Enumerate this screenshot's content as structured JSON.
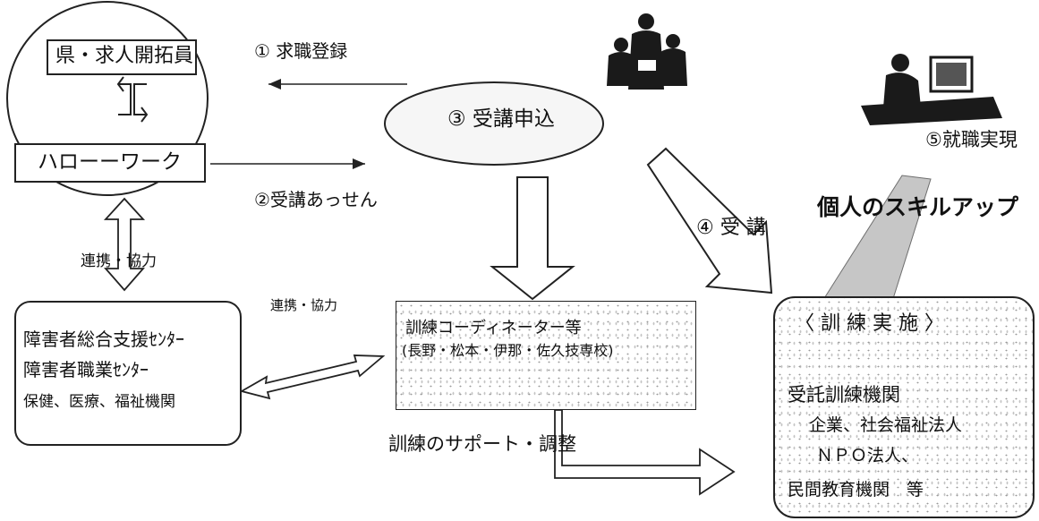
{
  "flow": {
    "pref_recruiter": "県・求人開拓員",
    "hello_work": "ハローーワーク",
    "step1": "① 求職登録",
    "step2": "②受講あっせん",
    "step3": "③ 受講申込",
    "step4": "④ 受 講",
    "step5": "⑤就職実現",
    "skill_up": "個人のスキルアップ",
    "cooperation_left": "連携・協力",
    "cooperation_mid": "連携・協力",
    "support_lines": [
      "障害者総合支援ｾﾝﾀｰ",
      "障害者職業ｾﾝﾀｰ",
      "保健、医療、福祉機関"
    ],
    "coordinator_lines": [
      "訓練コーディネーター等",
      "(長野・松本・伊那・佐久技専校)"
    ],
    "training_support": "訓練のサポート・調整",
    "training_title": "〈 訓 練 実 施 〉",
    "institutions_heading": "受託訓練機関",
    "institution_lines": [
      "企業、社会福祉法人",
      "ＮＰＯ法人、",
      "民間教育機関　等"
    ]
  },
  "icons": [
    "group-meeting-illustration",
    "office-worker-illustration"
  ]
}
